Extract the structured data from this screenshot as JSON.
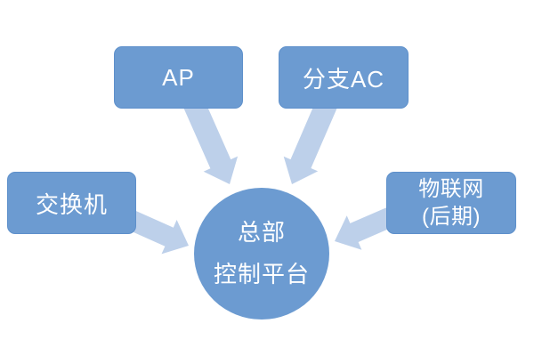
{
  "diagram": {
    "colors": {
      "background": "#FFFFFF",
      "node_fill": "#6C9BD1",
      "node_border": "#5E90CB",
      "arrow_fill": "#BDD0EA",
      "label_text": "#FFFFFF"
    },
    "center_node": {
      "line1": "总部",
      "line2": "控制平台"
    },
    "nodes": [
      {
        "id": "ap",
        "label": "AP"
      },
      {
        "id": "branch-ac",
        "label": "分支AC"
      },
      {
        "id": "switch",
        "label": "交换机"
      },
      {
        "id": "iot",
        "label": "物联网",
        "label_line2": "(后期)"
      }
    ],
    "arrows": [
      {
        "from": "ap",
        "to": "center"
      },
      {
        "from": "branch-ac",
        "to": "center"
      },
      {
        "from": "switch",
        "to": "center"
      },
      {
        "from": "iot",
        "to": "center"
      }
    ]
  }
}
